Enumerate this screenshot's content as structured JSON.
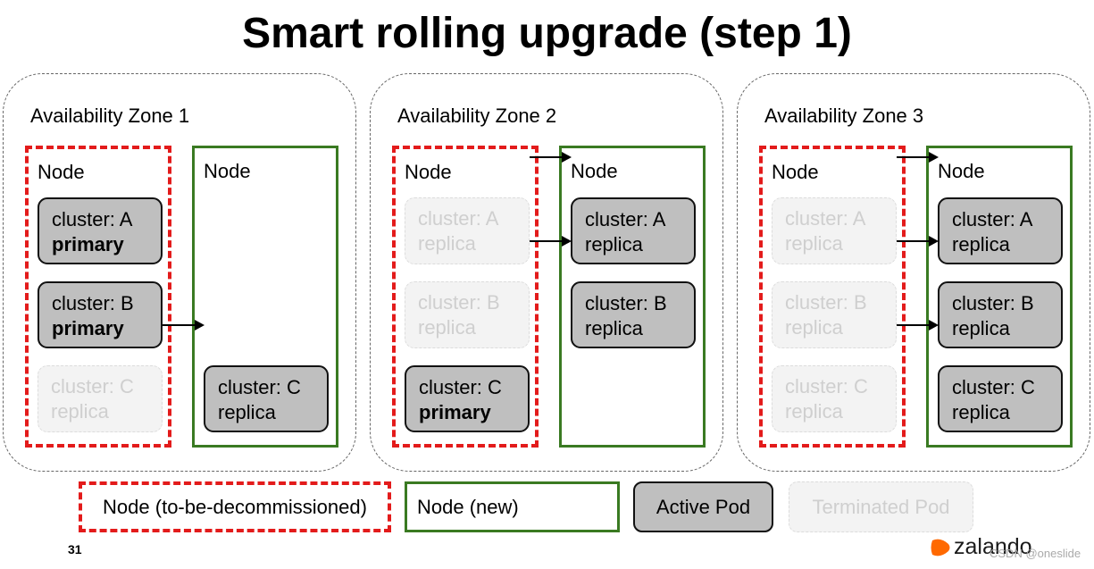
{
  "title": "Smart rolling upgrade (step 1)",
  "zones": [
    {
      "label": "Availability Zone 1",
      "nodes": [
        {
          "label": "Node",
          "kind": "to-be-decommissioned",
          "pods": [
            {
              "slot": 0,
              "cluster": "cluster: A",
              "role": "primary",
              "state": "active"
            },
            {
              "slot": 1,
              "cluster": "cluster: B",
              "role": "primary",
              "state": "active"
            },
            {
              "slot": 2,
              "cluster": "cluster: C",
              "role": "replica",
              "state": "terminated"
            }
          ]
        },
        {
          "label": "Node",
          "kind": "new",
          "pods": [
            {
              "slot": 2,
              "cluster": "cluster: C",
              "role": "replica",
              "state": "active"
            }
          ]
        }
      ],
      "arrows": [
        2
      ]
    },
    {
      "label": "Availability Zone 2",
      "nodes": [
        {
          "label": "Node",
          "kind": "to-be-decommissioned",
          "pods": [
            {
              "slot": 0,
              "cluster": "cluster: A",
              "role": "replica",
              "state": "terminated"
            },
            {
              "slot": 1,
              "cluster": "cluster: B",
              "role": "replica",
              "state": "terminated"
            },
            {
              "slot": 2,
              "cluster": "cluster: C",
              "role": "primary",
              "state": "active"
            }
          ]
        },
        {
          "label": "Node",
          "kind": "new",
          "pods": [
            {
              "slot": 0,
              "cluster": "cluster: A",
              "role": "replica",
              "state": "active"
            },
            {
              "slot": 1,
              "cluster": "cluster: B",
              "role": "replica",
              "state": "active"
            }
          ]
        }
      ],
      "arrows": [
        0,
        1
      ]
    },
    {
      "label": "Availability Zone 3",
      "nodes": [
        {
          "label": "Node",
          "kind": "to-be-decommissioned",
          "pods": [
            {
              "slot": 0,
              "cluster": "cluster: A",
              "role": "replica",
              "state": "terminated"
            },
            {
              "slot": 1,
              "cluster": "cluster: B",
              "role": "replica",
              "state": "terminated"
            },
            {
              "slot": 2,
              "cluster": "cluster: C",
              "role": "replica",
              "state": "terminated"
            }
          ]
        },
        {
          "label": "Node",
          "kind": "new",
          "pods": [
            {
              "slot": 0,
              "cluster": "cluster: A",
              "role": "replica",
              "state": "active"
            },
            {
              "slot": 1,
              "cluster": "cluster: B",
              "role": "replica",
              "state": "active"
            },
            {
              "slot": 2,
              "cluster": "cluster: C",
              "role": "replica",
              "state": "active"
            }
          ]
        }
      ],
      "arrows": [
        0,
        1,
        2
      ]
    }
  ],
  "legend": {
    "old_node": "Node (to-be-decommissioned)",
    "new_node": "Node (new)",
    "active_pod": "Active Pod",
    "terminated_pod": "Terminated Pod"
  },
  "footer": {
    "page_number": "31",
    "brand": "zalando",
    "watermark": "CSDN @oneslide"
  },
  "colors": {
    "old_node_border": "#e31b1b",
    "new_node_border": "#3a7a22",
    "active_pod_fill": "#bfbfbf",
    "terminated_pod_fill": "#f3f3f3",
    "brand_orange": "#ff6900"
  }
}
